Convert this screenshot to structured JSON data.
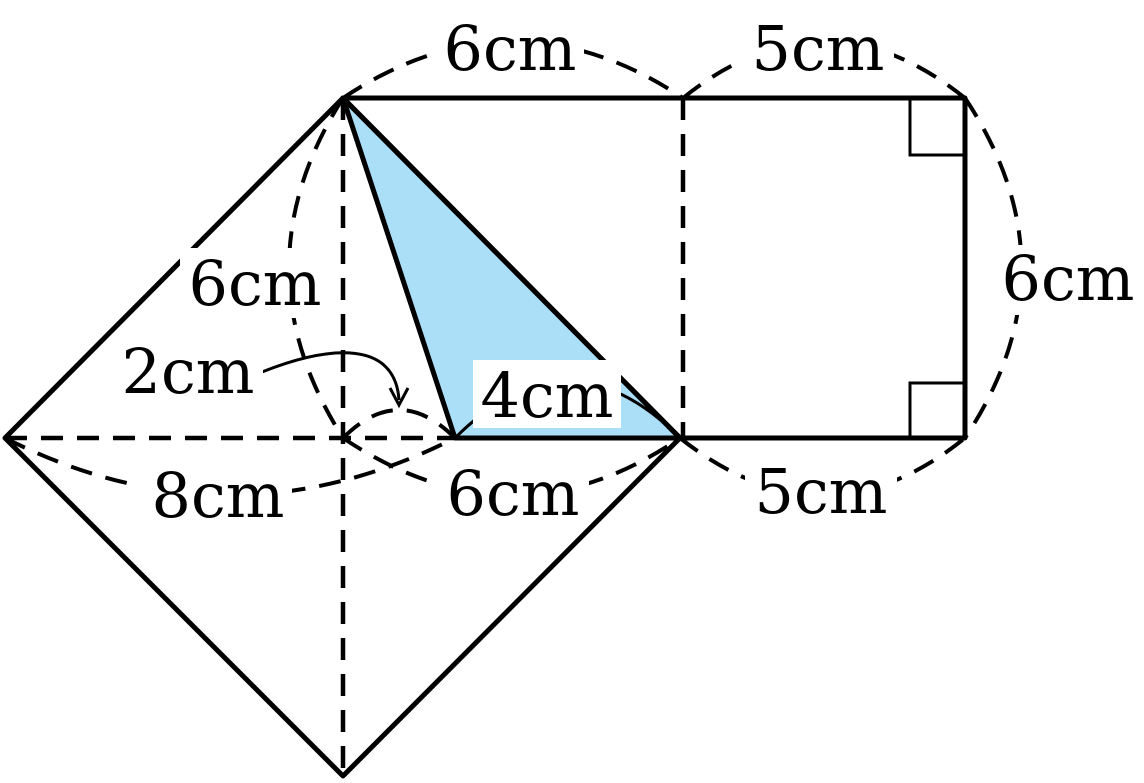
{
  "colors": {
    "shaded_triangle": "#abdff8",
    "line": "#000000",
    "background": "#ffffff"
  },
  "labels": {
    "top_left": "6cm",
    "top_right": "5cm",
    "right_side": "6cm",
    "square_side": "6cm",
    "small_gap": "2cm",
    "shaded_base": "4cm",
    "diagonal": "8cm",
    "bottom_middle": "6cm",
    "bottom_right": "5cm"
  }
}
